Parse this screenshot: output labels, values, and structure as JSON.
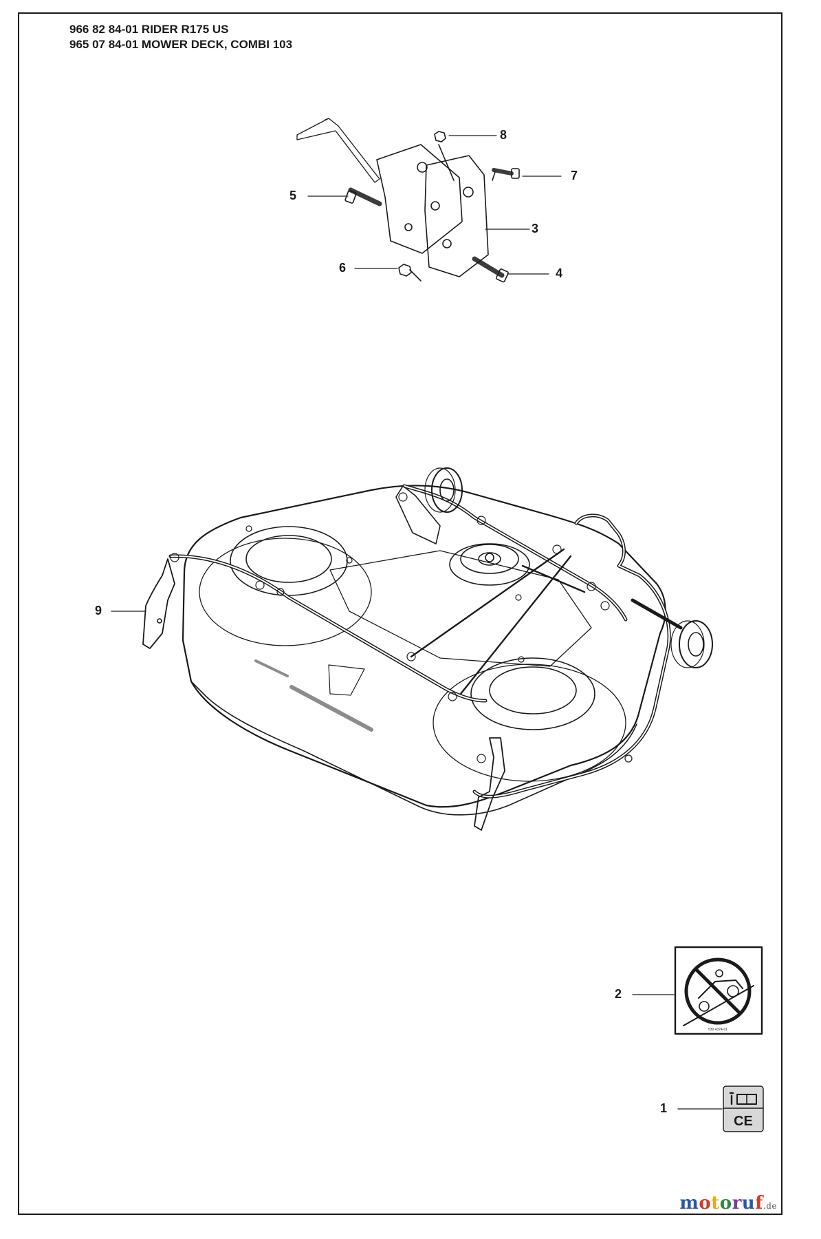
{
  "header": {
    "line1": "966 82 84-01 RIDER R175 US",
    "line2": "965 07 84-01 MOWER DECK, COMBI 103"
  },
  "callouts": [
    "8",
    "7",
    "5",
    "3",
    "6",
    "4",
    "9",
    "2",
    "1"
  ],
  "decal": {
    "code": "530 4374-01",
    "ce_mark": "CE"
  },
  "watermark": {
    "letters": [
      "m",
      "o",
      "t",
      "o",
      "r",
      "u",
      "f"
    ],
    "letter_colors": [
      "#2b56a6",
      "#d23a2a",
      "#e9a91d",
      "#2e8a3a",
      "#7a3c98",
      "#2b56a6",
      "#d23a2a"
    ],
    "suffix": ".de"
  },
  "colors": {
    "line": "#1a1a1a",
    "frame": "#1a1a1a",
    "background": "#ffffff"
  }
}
